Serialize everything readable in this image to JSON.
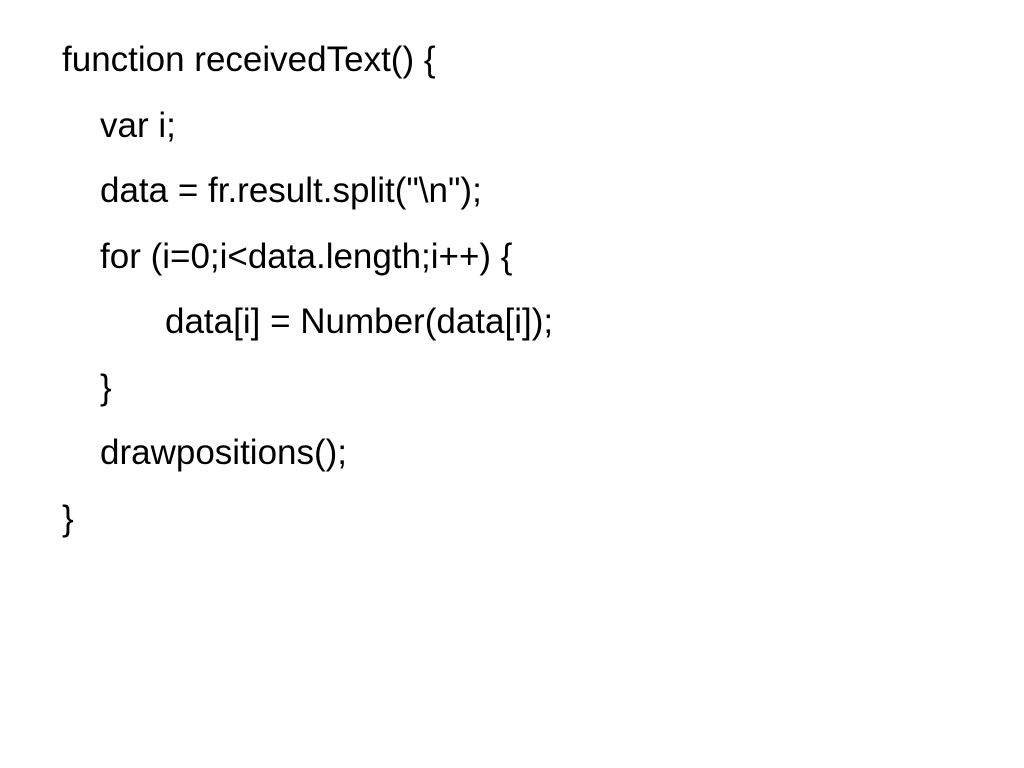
{
  "code": {
    "lines": [
      "function receivedText() {",
      "var i;",
      "data = fr.result.split(\"\\n\");",
      "for (i=0;i<data.length;i++) {",
      "data[i] = Number(data[i]);",
      "}",
      "drawpositions();",
      "}"
    ]
  }
}
